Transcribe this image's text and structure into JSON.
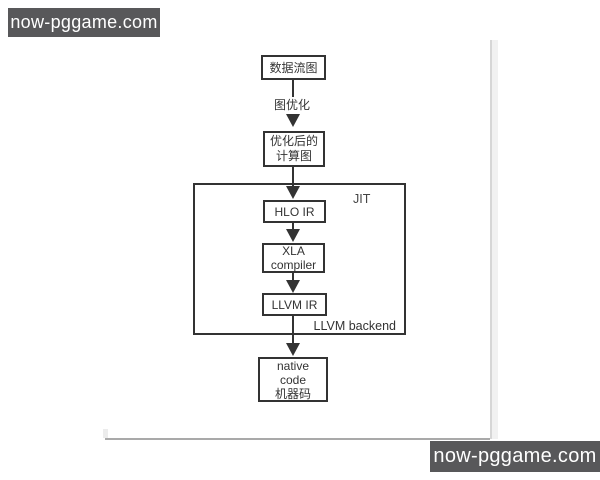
{
  "watermarks": {
    "top_left": "now-pggame.com",
    "bottom_right": "now-pggame.com"
  },
  "diagram": {
    "nodes": {
      "dataflow": {
        "label": "数据流图"
      },
      "optimized": {
        "line1": "优化后的",
        "line2": "计算图"
      },
      "hlo_ir": {
        "label": "HLO IR"
      },
      "xla": {
        "line1": "XLA",
        "line2": "compiler"
      },
      "llvm_ir": {
        "label": "LLVM IR"
      },
      "native": {
        "line1": "native",
        "line2": "code",
        "line3": "机器码"
      }
    },
    "labels": {
      "edge_optimization": "图优化",
      "jit_region": "JIT",
      "llvm_backend": "LLVM backend"
    },
    "edges": [
      "数据流图 → 优化后的计算图 (图优化)",
      "优化后的计算图 → HLO IR",
      "HLO IR → XLA compiler",
      "XLA compiler → LLVM IR",
      "LLVM IR → native code 机器码 (LLVM backend)"
    ],
    "colors": {
      "line": "#333333",
      "watermark_bg": "#58585a",
      "watermark_text": "#ffffff",
      "scrollbar_track": "#f1f1f1",
      "page_edge": "#a9a9a9"
    }
  }
}
